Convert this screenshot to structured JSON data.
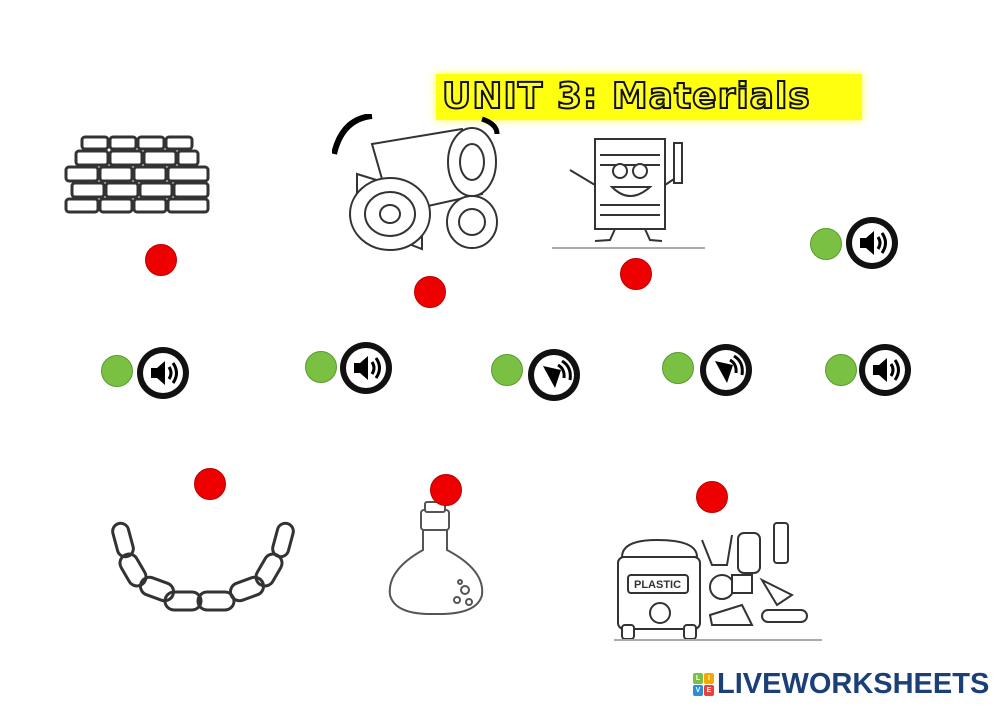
{
  "title": "UNIT 3: Materials",
  "images": [
    {
      "name": "bricks",
      "label": ""
    },
    {
      "name": "wood-logs",
      "label": ""
    },
    {
      "name": "paper",
      "label": ""
    },
    {
      "name": "metal-chain",
      "label": ""
    },
    {
      "name": "glass-flask",
      "label": ""
    },
    {
      "name": "plastic",
      "label": "PLASTIC"
    }
  ],
  "audio_buttons": [
    {
      "icon": "speaker-icon"
    },
    {
      "icon": "speaker-icon"
    },
    {
      "icon": "speaker-icon"
    },
    {
      "icon": "speaker-icon"
    },
    {
      "icon": "speaker-icon"
    },
    {
      "icon": "speaker-icon"
    }
  ],
  "colors": {
    "title_bg": "#ffff10",
    "drop_target": "#ee0000",
    "drag_handle": "#7ac143",
    "brand": "#1b3f77"
  },
  "brand": {
    "name": "LIVEWORKSHEETS",
    "tiles": [
      "L",
      "I",
      "V",
      "E"
    ]
  }
}
